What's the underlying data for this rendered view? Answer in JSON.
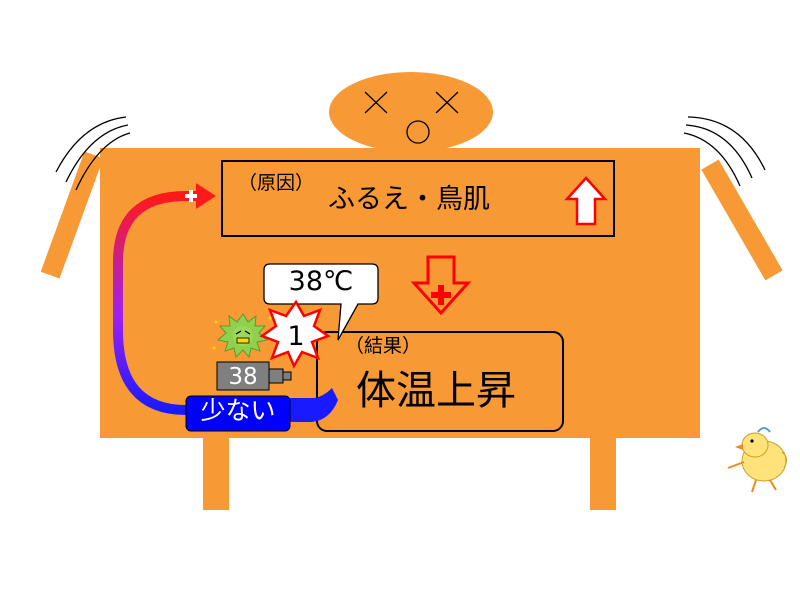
{
  "cause": {
    "tag": "（原因）",
    "text": "ふるえ・鳥肌"
  },
  "result": {
    "tag": "（結果）",
    "text": "体温上昇"
  },
  "speech_bubble": {
    "text": "38℃"
  },
  "burst": {
    "number": "1"
  },
  "thermometer": {
    "reading": "38"
  },
  "few_label": {
    "text": "少ない"
  },
  "colors": {
    "body": "#f79a36",
    "arrow_outline": "#ff0000",
    "curve_start": "#ff1a1a",
    "curve_end": "#1a1aff",
    "label_blue": "#0000ff",
    "virus": "#8fd14f"
  }
}
